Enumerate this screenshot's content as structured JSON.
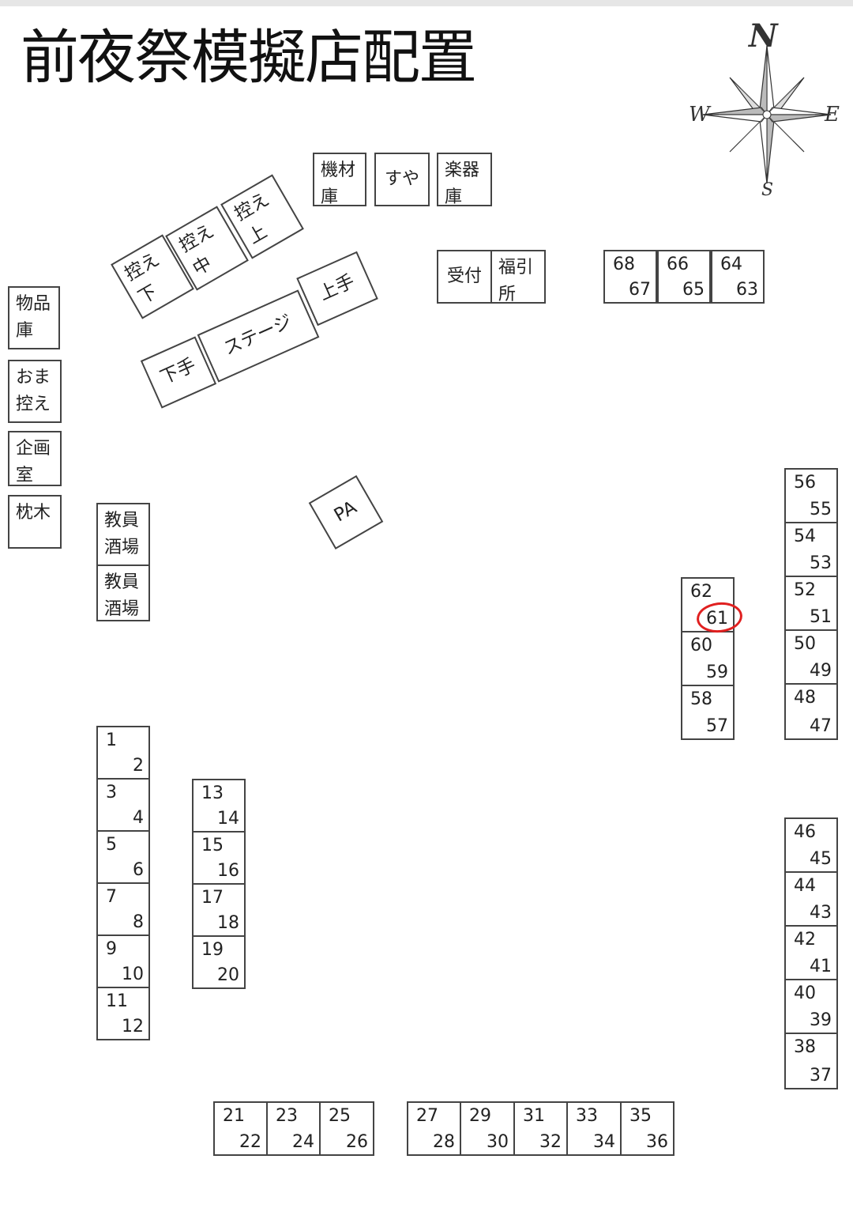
{
  "title": "前夜祭模擬店配置",
  "compass": {
    "n": "N",
    "s": "S",
    "e": "E",
    "w": "W"
  },
  "highlight": {
    "booth": "61",
    "color": "#e02020"
  },
  "facilities": {
    "kizai": "機材\n庫",
    "suya": "すや",
    "gakki": "楽器\n庫",
    "uketsuke": "受付",
    "fukubiki": "福引\n所",
    "buppin": "物品\n庫",
    "omahikae": "おま\n控え",
    "kikaku": "企画\n室",
    "makuragi": "枕木",
    "kyoin1": "教員\n酒場",
    "kyoin2": "教員\n酒場",
    "hikae_shita": "控え\n下",
    "hikae_naka": "控え\n中",
    "hikae_ue": "控え\n上",
    "shimote": "下手",
    "stage": "ステージ",
    "kamite": "上手",
    "pa": "PA"
  },
  "booths": {
    "b1": [
      "1",
      "2"
    ],
    "b3": [
      "3",
      "4"
    ],
    "b5": [
      "5",
      "6"
    ],
    "b7": [
      "7",
      "8"
    ],
    "b9": [
      "9",
      "10"
    ],
    "b11": [
      "11",
      "12"
    ],
    "b13": [
      "13",
      "14"
    ],
    "b15": [
      "15",
      "16"
    ],
    "b17": [
      "17",
      "18"
    ],
    "b19": [
      "19",
      "20"
    ],
    "b21": [
      "21",
      "22"
    ],
    "b23": [
      "23",
      "24"
    ],
    "b25": [
      "25",
      "26"
    ],
    "b27": [
      "27",
      "28"
    ],
    "b29": [
      "29",
      "30"
    ],
    "b31": [
      "31",
      "32"
    ],
    "b33": [
      "33",
      "34"
    ],
    "b35": [
      "35",
      "36"
    ],
    "b38": [
      "38",
      "37"
    ],
    "b40": [
      "40",
      "39"
    ],
    "b42": [
      "42",
      "41"
    ],
    "b44": [
      "44",
      "43"
    ],
    "b46": [
      "46",
      "45"
    ],
    "b48": [
      "48",
      "47"
    ],
    "b50": [
      "50",
      "49"
    ],
    "b52": [
      "52",
      "51"
    ],
    "b54": [
      "54",
      "53"
    ],
    "b56": [
      "56",
      "55"
    ],
    "b58": [
      "58",
      "57"
    ],
    "b60": [
      "60",
      "59"
    ],
    "b62": [
      "62",
      "61"
    ],
    "b68": [
      "68",
      "67"
    ],
    "b66": [
      "66",
      "65"
    ],
    "b64": [
      "64",
      "63"
    ]
  }
}
